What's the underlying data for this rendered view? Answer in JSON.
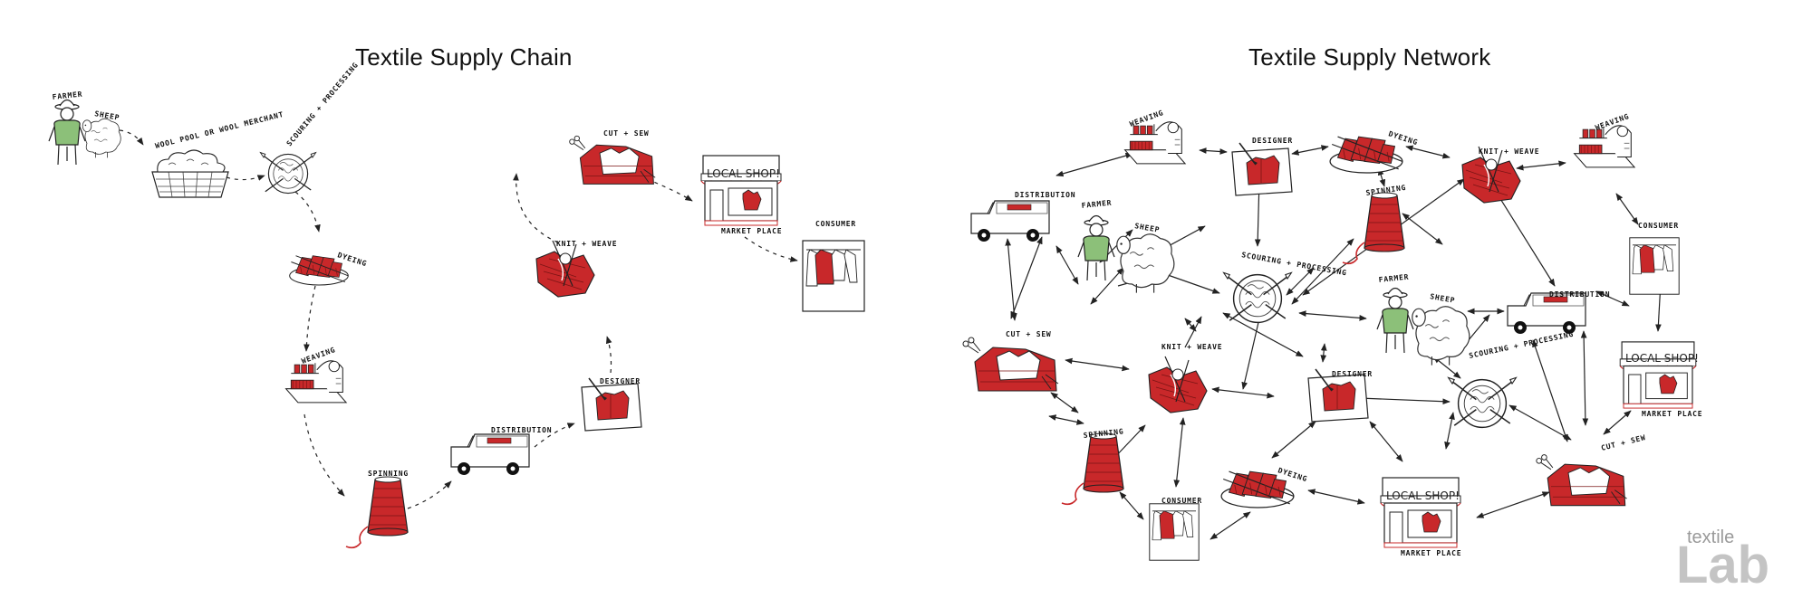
{
  "titles": {
    "chain": "Textile Supply Chain",
    "network": "Textile Supply Network"
  },
  "labels": {
    "farmer": "FARMER",
    "sheep": "SHEEP",
    "wool_pool": "WOOL POOL OR WOOL MERCHANT",
    "scouring": "SCOURING + PROCESSING",
    "dyeing": "DYEING",
    "weaving": "WEAVING",
    "spinning": "SPINNING",
    "distribution": "DISTRIBUTION",
    "designer": "DESIGNER",
    "knit_weave": "KNIT + WEAVE",
    "cut_sew": "CUT + SEW",
    "local_shop": "LOCAL SHOP!",
    "market_place": "MARKET PLACE",
    "consumer": "CONSUMER"
  },
  "logo": {
    "small": "textile",
    "big": "Lab"
  },
  "colors": {
    "garment_red": "#c8282a",
    "farmer_green": "#8cc079",
    "ink": "#222222",
    "logo_grey": "#bdbdbd"
  }
}
